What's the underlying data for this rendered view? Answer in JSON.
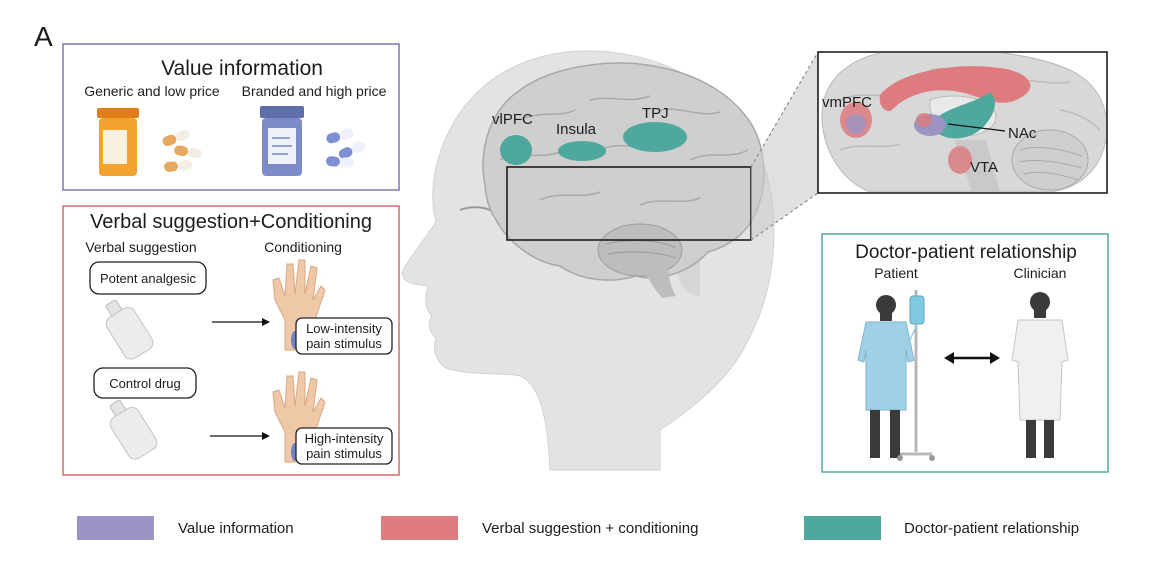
{
  "panel_label": "A",
  "value_box": {
    "title": "Value information",
    "left_label": "Generic and low price",
    "right_label": "Branded and high price"
  },
  "verbal_box": {
    "title": "Verbal suggestion+Conditioning",
    "col_left": "Verbal suggestion",
    "col_right": "Conditioning",
    "drug_top": "Potent analgesic",
    "drug_bottom": "Control drug",
    "stim_top_line1": "Low-intensity",
    "stim_top_line2": "pain stimulus",
    "stim_bottom_line1": "High-intensity",
    "stim_bottom_line2": "pain stimulus"
  },
  "brain": {
    "regions": [
      "vlPFC",
      "Insula",
      "TPJ"
    ]
  },
  "inset": {
    "regions": [
      "vmPFC",
      "NAc",
      "VTA"
    ]
  },
  "doctor_box": {
    "title": "Doctor-patient relationship",
    "left_label": "Patient",
    "right_label": "Clinician"
  },
  "legend": [
    {
      "label": "Value information",
      "color": "#9a95c4"
    },
    {
      "label": "Verbal suggestion + conditioning",
      "color": "#dd7b7f"
    },
    {
      "label": "Doctor-patient relationship",
      "color": "#4fa89e"
    }
  ],
  "colors": {
    "value_border": "#7d78b4",
    "verbal_border": "#d46a6f",
    "doctor_border": "#59a69e",
    "teal": "#4fa89e",
    "purple": "#9a95c4",
    "red": "#dd7b7f"
  }
}
